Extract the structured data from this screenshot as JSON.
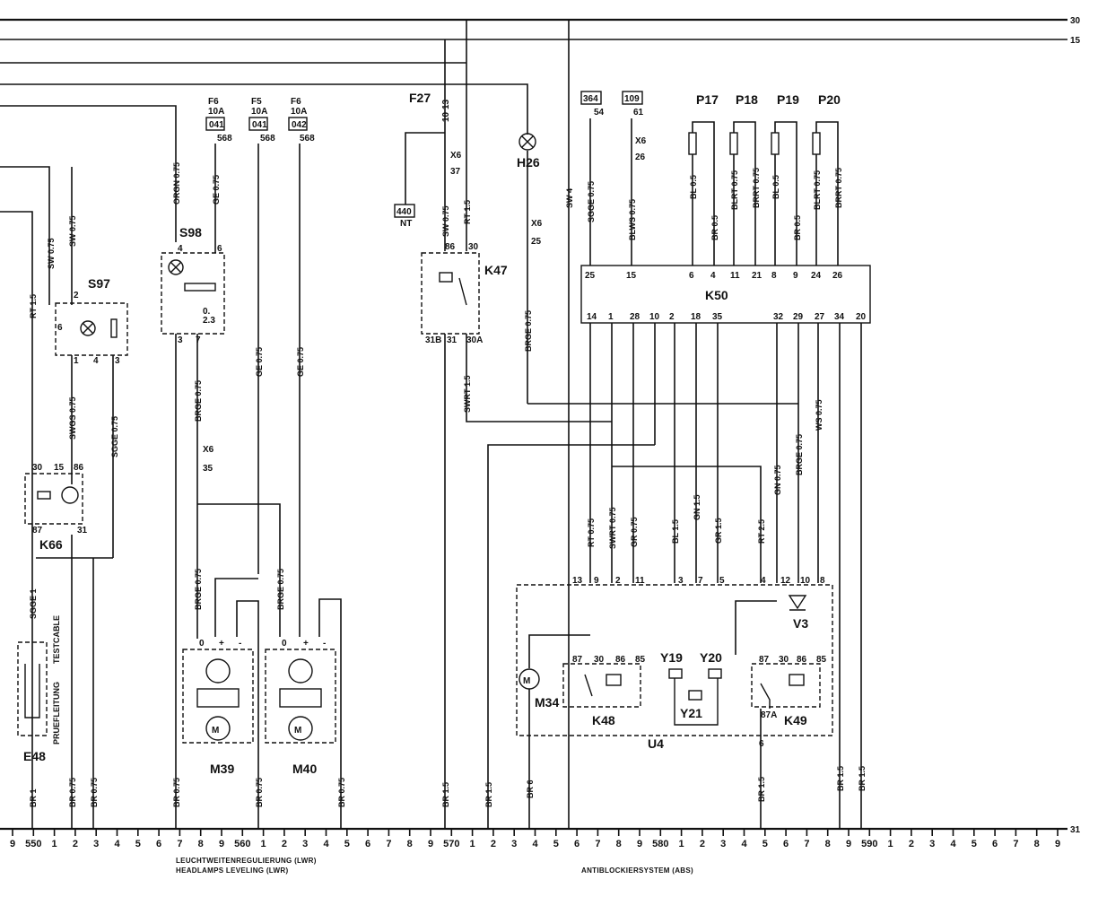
{
  "rails": {
    "top1": "30",
    "top2": "15",
    "bottom": "31"
  },
  "components": {
    "S97": "S97",
    "S98": "S98",
    "K66": "K66",
    "E48": "E48",
    "M39": "M39",
    "M40": "M40",
    "F27": "F27",
    "H26": "H26",
    "K47": "K47",
    "K50": "K50",
    "P17": "P17",
    "P18": "P18",
    "P19": "P19",
    "P20": "P20",
    "Y19": "Y19",
    "Y20": "Y20",
    "Y21": "Y21",
    "V3": "V3",
    "K48": "K48",
    "K49": "K49",
    "M34": "M34",
    "U4": "U4"
  },
  "fuses": {
    "F6_a": "F6",
    "F6_a_rating": "10A",
    "F6_a_box": "041",
    "F6_a_num": "568",
    "F5": "F5",
    "F5_rating": "10A",
    "F5_box": "041",
    "F5_num": "568",
    "F6_b": "F6",
    "F6_b_rating": "10A",
    "F6_b_box": "042",
    "F6_b_num": "568"
  },
  "refs": {
    "r364": "364",
    "r364_pin": "54",
    "r109": "109",
    "r109_pin": "61",
    "r440": "440",
    "r440_sub": "NT"
  },
  "connectors": {
    "x_s98": "X6",
    "x_s98_pin": "35",
    "x_f27": "X6",
    "x_f27_pin": "37",
    "x_h26": "X6",
    "x_h26_pin": "25",
    "x_109": "X6",
    "x_109_pin": "26"
  },
  "wires": {
    "w_rt15_left": "RT 1.5",
    "w_sw075_a": "SW 0.75",
    "w_sw075_b": "SW 0.75",
    "w_swgs075": "SWGS 0.75",
    "w_sgge075_s97": "SGGE 0.75",
    "w_sgge1": "SGGE 1",
    "w_orgn075": "ORGN 0.75",
    "w_ge075_f6": "GE 0.75",
    "w_ge075_f5": "GE 0.75",
    "w_ge075_f6b": "GE 0.75",
    "w_brge075_s98": "BRGE 0.75",
    "w_brge075_m39": "BRGE 0.75",
    "w_brge075_m40": "BRGE 0.75",
    "w_sw075_f27": "SW 0.75",
    "w_rt15_k47": "RT 1.5",
    "w_swrt15": "SWRT 1.5",
    "w_brge075_h26": "BRGE 0.75",
    "w_sw4": "SW 4",
    "w_sgge075_k50": "SGGE 0.75",
    "w_blws075": "BLWS 0.75",
    "w_bl05_p17": "BL 0.5",
    "w_br05_p17": "BR 0.5",
    "w_blrt075_p18": "BLRT 0.75",
    "w_brrt075_p18": "BRRT 0.75",
    "w_bl05_p19": "BL 0.5",
    "w_br05_p19": "BR 0.5",
    "w_blrt075_p20": "BLRT 0.75",
    "w_brrt075_p20": "BRRT 0.75",
    "w_rt075": "RT 0.75",
    "w_swrt075": "SWRT 0.75",
    "w_gr075": "GR 0.75",
    "w_bl15": "BL 1.5",
    "w_gn15": "GN 1.5",
    "w_gr15": "GR 1.5",
    "w_rt25": "RT 2.5",
    "w_gn075": "GN 0.75",
    "w_brge075_v3": "BRGE 0.75",
    "w_ws075": "WS 0.75",
    "w_br1": "BR 1",
    "w_br075_a": "BR 0.75",
    "w_br075_b": "BR 0.75",
    "w_br075_c": "BR 0.75",
    "w_br075_d": "BR 0.75",
    "w_br075_e": "BR 0.75",
    "w_br15_a": "BR 1.5",
    "w_br15_b": "BR 1.5",
    "w_br6": "BR 6",
    "w_br15_c": "BR 1.5",
    "w_br15_d": "BR 1.5",
    "w_br15_e": "BR 1.5",
    "w_testcable": "TESTCABLE",
    "w_pruefleitung": "PRUEFLEITUNG"
  },
  "pins": {
    "k50_top": [
      "25",
      "15",
      "6",
      "4",
      "11",
      "21",
      "8",
      "9",
      "24",
      "26"
    ],
    "k50_bottom": [
      "14",
      "1",
      "28",
      "10",
      "2",
      "18",
      "35",
      "32",
      "29",
      "27",
      "34",
      "20"
    ],
    "u4_top": [
      "13",
      "9",
      "2",
      "11",
      "3",
      "7",
      "5",
      "4",
      "12",
      "10",
      "8"
    ],
    "k48": [
      "87",
      "30",
      "86",
      "85"
    ],
    "k49": [
      "87",
      "30",
      "86",
      "85"
    ],
    "k49_extra": "87A",
    "u4_bottom": "6",
    "k66": [
      "30",
      "15",
      "86",
      "87",
      "31"
    ],
    "s97": [
      "2",
      "6",
      "1",
      "4",
      "3"
    ],
    "s98": [
      "4",
      "6",
      "3",
      "7"
    ],
    "s98_pos": "0.",
    "s98_pos2": "2.3",
    "k47_top": [
      "86",
      "30"
    ],
    "k47_bottom": [
      "31B",
      "31",
      "30A"
    ],
    "f27_pins": [
      "10",
      "13"
    ],
    "m39": [
      "0",
      "+",
      "-"
    ],
    "m40": [
      "0",
      "+",
      "-"
    ]
  },
  "scale": {
    "ticks": [
      "9",
      "550",
      "1",
      "2",
      "3",
      "4",
      "5",
      "6",
      "7",
      "8",
      "9",
      "560",
      "1",
      "2",
      "3",
      "4",
      "5",
      "6",
      "7",
      "8",
      "9",
      "570",
      "1",
      "2",
      "3",
      "4",
      "5",
      "6",
      "7",
      "8",
      "9",
      "580",
      "1",
      "2",
      "3",
      "4",
      "5",
      "6",
      "7",
      "8",
      "9",
      "590",
      "1",
      "2",
      "3",
      "4",
      "5",
      "6",
      "7",
      "8",
      "9"
    ]
  },
  "captions": {
    "lwr_de": "LEUCHTWEITENREGULIERUNG (LWR)",
    "lwr_en": "HEADLAMPS LEVELING (LWR)",
    "abs": "ANTIBLOCKIERSYSTEM (ABS)"
  }
}
